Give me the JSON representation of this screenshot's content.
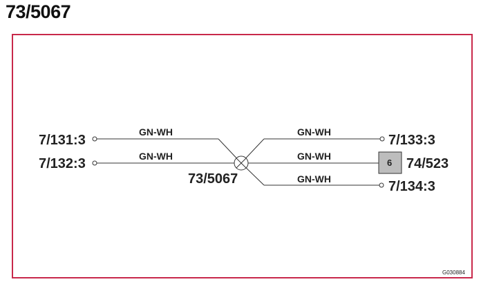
{
  "page": {
    "title": "73/5067"
  },
  "splice": {
    "label": "73/5067"
  },
  "left_terminals": [
    {
      "label": "7/131:3",
      "wire": "GN-WH"
    },
    {
      "label": "7/132:3",
      "wire": "GN-WH"
    }
  ],
  "right_terminals": [
    {
      "label": "7/133:3",
      "wire": "GN-WH"
    },
    {
      "label": "74/523",
      "wire": "GN-WH",
      "box": "6"
    },
    {
      "label": "7/134:3",
      "wire": "GN-WH"
    }
  ],
  "figure_code": "G030884",
  "colors": {
    "frame": "#c8284a",
    "box_fill": "#bdbdbd"
  }
}
